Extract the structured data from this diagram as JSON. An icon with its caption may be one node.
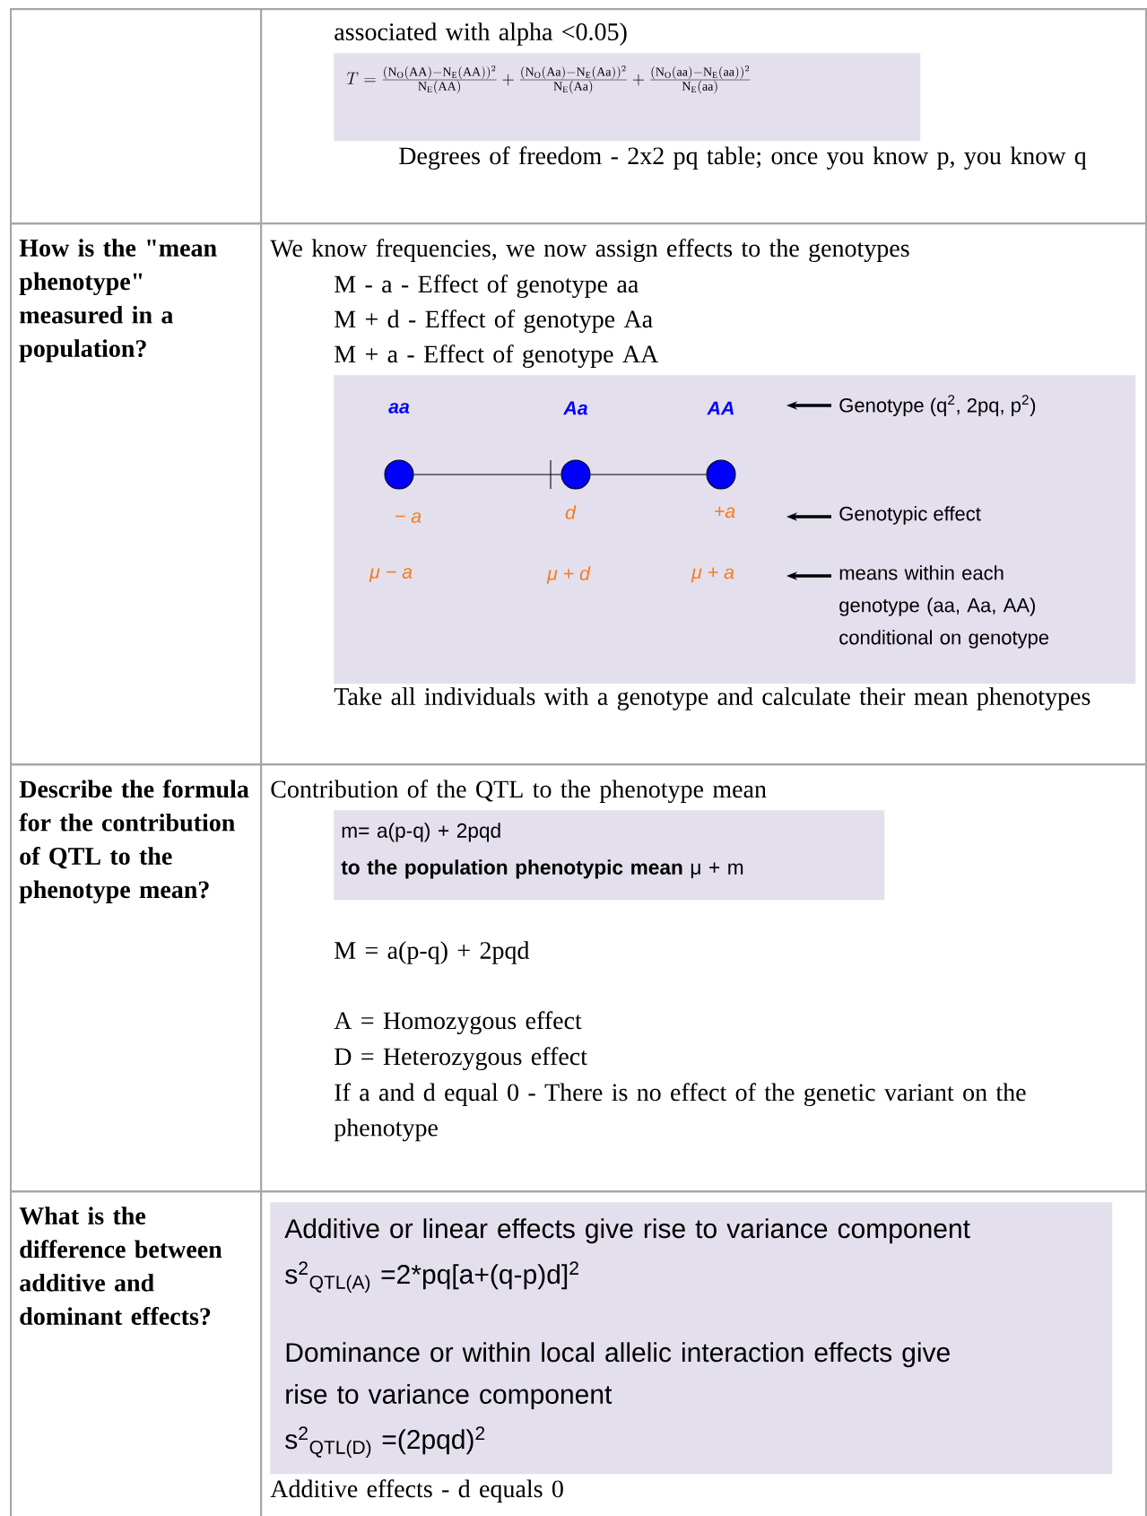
{
  "diagram": {
    "nodes": [
      {
        "text": [],
        "shape": "box"
      },
      {
        "text": [
          "associated with alpha <0.05)",
          "Degrees of freedom - 2x2 pq table; once you know p, you know q"
        ]
      },
      {
        "text": [
          "T=\\frac{(\\mathrm{N_O}(\\mathrm{AA})-\\mathrm{N_E}(\\mathrm{AA}))^2}{\\mathrm{N_E}(\\mathrm{AA})}+\\frac{(\\mathrm{N_O}(\\mathrm{Aa})-\\mathrm{N_E}(\\mathrm{Aa}))^2}{\\mathrm{N_E}(\\mathrm{Aa})}+\\frac{(\\mathrm{N_O}(\\mathrm{aa})-\\mathrm{N_E}(\\mathrm{aa}))^2}{\\mathrm{N_E}(\\mathrm{aa})}"
        ],
        "in": 1
      },
      {
        "text": [
          "How is the \"mean phenotype\" measured in a population?"
        ]
      },
      {
        "text": [
          "We know frequencies, we now assign effects to the genotypes",
          "M - a - Effect of genotype aa",
          "M + d - Effect of genotype Aa",
          "M + a - Effect of genotype AA",
          "Take all individuals with a genotype and calculate their mean phenotypes"
        ]
      },
      {
        "text": [],
        "shape": "box",
        "in": 4
      },
      {
        "text": [],
        "shape": "circle",
        "in": 5,
        "beside": [
          "aa",
          "− a",
          "μ − a"
        ]
      },
      {
        "text": [],
        "shape": "circle",
        "in": 5,
        "beside": [
          "Aa",
          "d",
          "μ + d"
        ]
      },
      {
        "text": [],
        "shape": "circle",
        "in": 5,
        "beside": [
          "AA",
          "+a",
          "μ + a"
        ]
      },
      {
        "text": [
          "Genotype (q$^{2}$, 2pq, p$^{2}$)"
        ],
        "in": 5
      },
      {
        "text": [
          "Genotypic effect"
        ],
        "in": 5
      },
      {
        "text": [
          "means within each genotype (aa, Aa, AA) conditional on genotype"
        ],
        "in": 5
      },
      {
        "text": [
          "Describe the formula for the contribution of QTL to the phenotype mean?"
        ]
      },
      {
        "text": [
          "Contribution of the QTL to the phenotype mean",
          "M = a(p-q) + 2pqd",
          "A = Homozygous effect",
          "D = Heterozygous effect",
          "If a and d equal 0 - There is no effect of the genetic variant on the phenotype"
        ]
      },
      {
        "text": [
          "m= a(p-q) + 2pqd",
          "**to the population phenotypic mean** μ + m"
        ],
        "in": 13
      },
      {
        "text": [
          "What is the difference between additive and dominant effects?"
        ]
      },
      {
        "text": [
          "Additive effects - d equals 0"
        ]
      },
      {
        "text": [
          "Additive or linear effects give rise to variance component",
          "s$^{2}$$_{QTL(A)}$ =2*pq[a+(q-p)d]$^{2}$",
          "Dominance or within local allelic interaction effects give rise to variance component",
          "s$^{2}$$_{QTL(D)}$ =(2pqd)$^{2}$"
        ],
        "in": 16
      }
    ],
    "edges": [
      {
        "from": 6,
        "to": 7,
        "arrow": "none"
      },
      {
        "from": 7,
        "to": 8,
        "arrow": "none"
      },
      {
        "from": 9,
        "to": null,
        "arrow": "to"
      },
      {
        "from": 10,
        "to": null,
        "arrow": "to"
      },
      {
        "from": 11,
        "to": null,
        "arrow": "to"
      }
    ]
  }
}
